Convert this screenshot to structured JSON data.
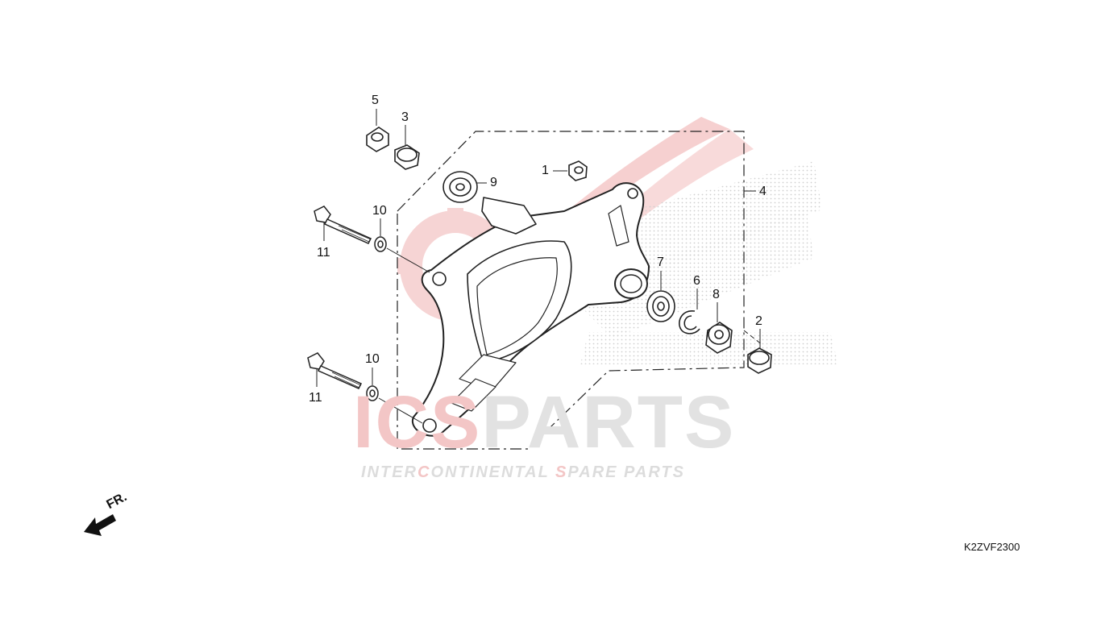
{
  "watermark": {
    "brand_accent": "ICS",
    "brand_rest": "PARTS",
    "tag_a": "INTER",
    "tag_b": "C",
    "tag_c": "ONTINENTAL ",
    "tag_d": "S",
    "tag_e": "PARE PARTS",
    "accent_color": "#e8a4a4",
    "gray_color": "#d9d9d9"
  },
  "callouts": [
    {
      "id": "5",
      "label": "5"
    },
    {
      "id": "3",
      "label": "3"
    },
    {
      "id": "9",
      "label": "9"
    },
    {
      "id": "1",
      "label": "1"
    },
    {
      "id": "4",
      "label": "4"
    },
    {
      "id": "10a",
      "label": "10"
    },
    {
      "id": "11a",
      "label": "11"
    },
    {
      "id": "7",
      "label": "7"
    },
    {
      "id": "6",
      "label": "6"
    },
    {
      "id": "8",
      "label": "8"
    },
    {
      "id": "2",
      "label": "2"
    },
    {
      "id": "10b",
      "label": "10"
    },
    {
      "id": "11b",
      "label": "11"
    }
  ],
  "direction_label": "FR.",
  "diagram_code": "K2ZVF2300"
}
